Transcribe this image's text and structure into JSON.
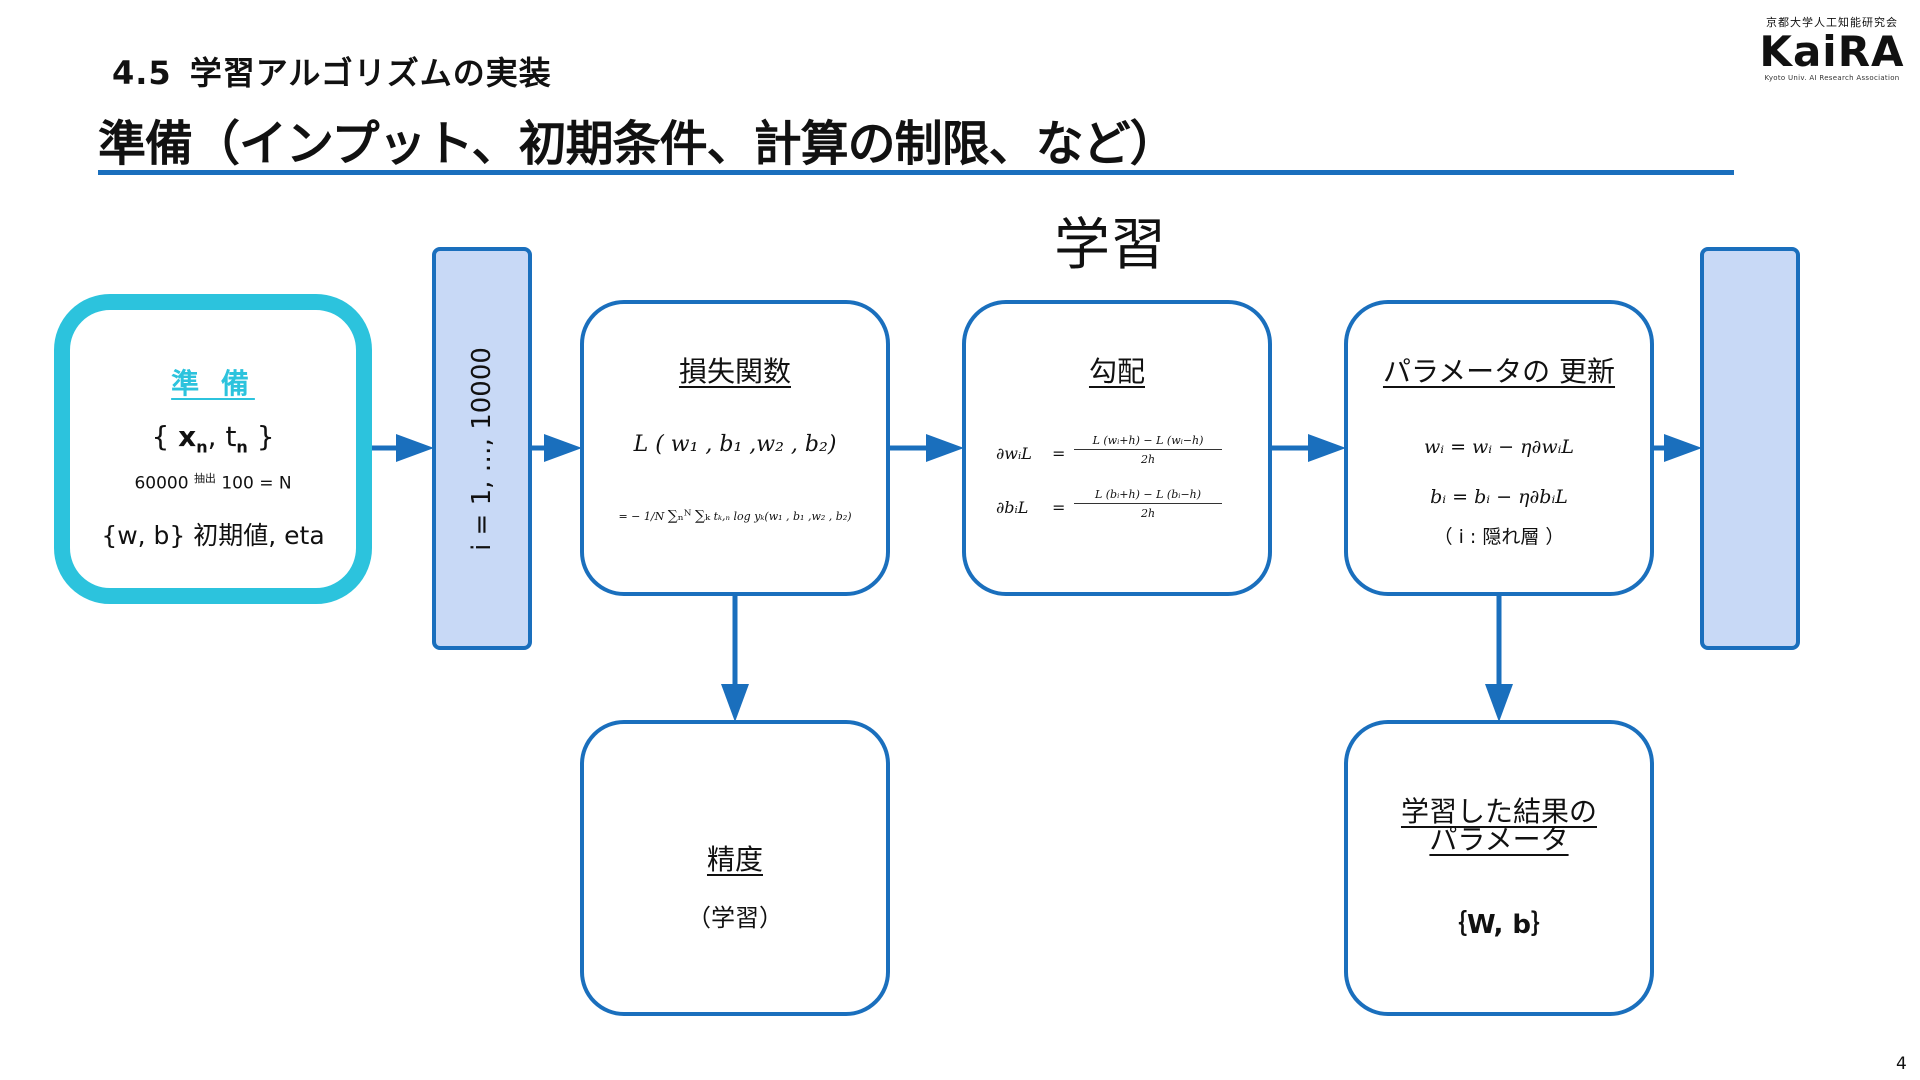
{
  "header": {
    "section_number": "4.5",
    "section_title": "学習アルゴリズムの実装",
    "title": "準備（インプット、初期条件、計算の制限、など）"
  },
  "logo": {
    "top": "京都大学人工知能研究会",
    "main": "KaiRA",
    "sub": "Kyoto Univ. AI Research Association"
  },
  "diagram": {
    "section_label": "学習",
    "prep": {
      "title": "準 備",
      "data_open": "{ ",
      "x": "x",
      "x_sub": "n",
      "comma": ", ",
      "t": "t",
      "t_sub": "n",
      "data_close": " }",
      "sample_left": "60000",
      "sample_sup": "抽出",
      "sample_right": "100 = N",
      "init": "{w, b} 初期値, eta"
    },
    "loop_label": "i = 1, …, 10000",
    "loss": {
      "title": "損失関数",
      "formula1": "L ( w₁ , b₁ ,w₂ , b₂)",
      "formula2_pre": "=  −",
      "formula2_frac": "1/N",
      "formula2_sum1": "∑ₙᴺ",
      "formula2_sum2": "∑ₖ",
      "formula2_body": "tₖ,ₙ log yₖ(w₁ , b₁ ,w₂ , b₂)"
    },
    "gradient": {
      "title": "勾配",
      "row1_lhs": "∂wᵢL",
      "row1_num": "L (wᵢ+h) − L (wᵢ−h)",
      "row1_den": "2h",
      "row2_lhs": "∂bᵢL",
      "row2_num": "L (bᵢ+h) − L (bᵢ−h)",
      "row2_den": "2h",
      "eq": "="
    },
    "update": {
      "title": "パラメータの 更新",
      "row1": "wᵢ  = wᵢ  − η∂wᵢL",
      "row2": "bᵢ  =  bᵢ  − η∂bᵢL",
      "note": "（ i : 隠れ層 ）"
    },
    "accuracy": {
      "title": "精度",
      "body": "（学習）"
    },
    "result": {
      "title_line1": "学習した結果の",
      "title_line2": "パラメータ",
      "body": "｛W, b｝"
    }
  },
  "colors": {
    "primary_blue": "#1a6fbd",
    "cyan": "#2cc3dd",
    "bar_fill": "#c8d9f6"
  },
  "page_number": "4"
}
